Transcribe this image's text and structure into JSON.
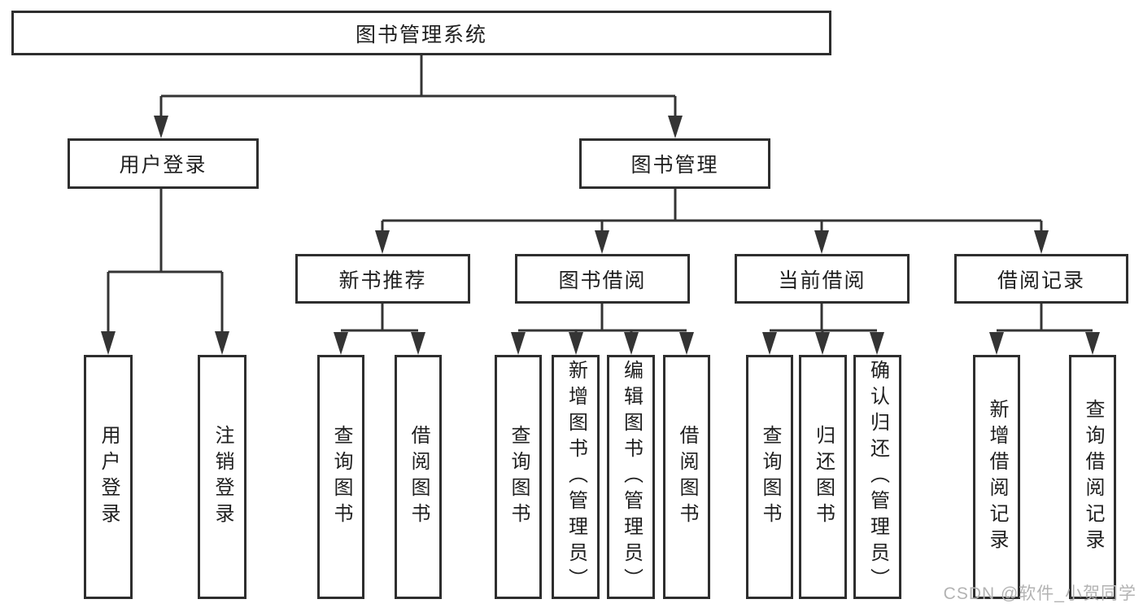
{
  "diagram": {
    "root": {
      "label": "图书管理系统"
    },
    "branches": [
      {
        "label": "用户登录",
        "children": [
          {
            "label": "用户登录"
          },
          {
            "label": "注销登录"
          }
        ]
      },
      {
        "label": "图书管理",
        "children": [
          {
            "label": "新书推荐",
            "children": [
              {
                "label": "查询图书"
              },
              {
                "label": "借阅图书"
              }
            ]
          },
          {
            "label": "图书借阅",
            "children": [
              {
                "label": "查询图书"
              },
              {
                "label": "新增图书（管理员）"
              },
              {
                "label": "编辑图书（管理员）"
              },
              {
                "label": "借阅图书"
              }
            ]
          },
          {
            "label": "当前借阅",
            "children": [
              {
                "label": "查询图书"
              },
              {
                "label": "归还图书"
              },
              {
                "label": "确认归还（管理员）"
              }
            ]
          },
          {
            "label": "借阅记录",
            "children": [
              {
                "label": "新增借阅记录"
              },
              {
                "label": "查询借阅记录"
              }
            ]
          }
        ]
      }
    ]
  },
  "watermark": {
    "text": "CSDN @软件_小贺同学"
  },
  "colors": {
    "line": "#343434",
    "border": "#2e2e2e",
    "text": "#1f1f1f",
    "watermark": "#b3b3b3",
    "background": "#ffffff"
  }
}
